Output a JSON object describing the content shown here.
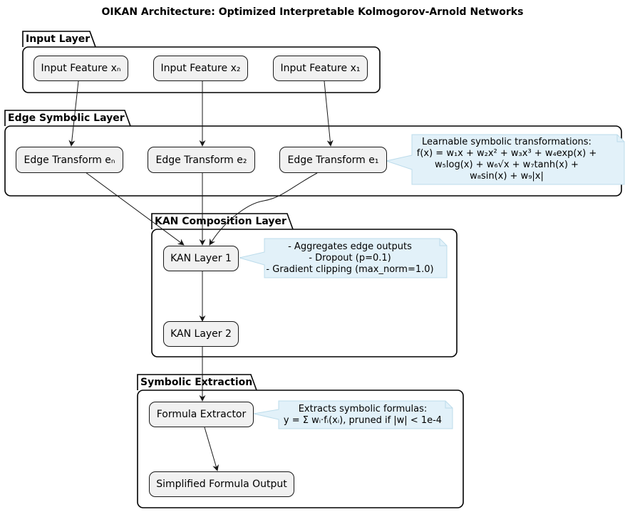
{
  "title": "OIKAN Architecture: Optimized Interpretable Kolmogorov-Arnold Networks",
  "packages": {
    "input": "Input Layer",
    "edge": "Edge Symbolic Layer",
    "kan": "KAN Composition Layer",
    "extract": "Symbolic Extraction"
  },
  "nodes": {
    "input_xn": "Input Feature xₙ",
    "input_x2": "Input Feature x₂",
    "input_x1": "Input Feature x₁",
    "edge_en": "Edge Transform eₙ",
    "edge_e2": "Edge Transform e₂",
    "edge_e1": "Edge Transform e₁",
    "kan1": "KAN Layer 1",
    "kan2": "KAN Layer 2",
    "extractor": "Formula Extractor",
    "output": "Simplified Formula Output"
  },
  "notes": {
    "edge": "Learnable symbolic transformations:\nf(x) = w₁x + w₂x² + w₃x³ + w₄exp(x) +\nw₅log(x) + w₆√x + w₇tanh(x) +\nw₈sin(x) + w₉|x|",
    "kan": "- Aggregates edge outputs\n- Dropout (p=0.1)\n- Gradient clipping (max_norm=1.0)",
    "extract": "Extracts symbolic formulas:\ny = Σ wᵢ·fᵢ(xᵢ), pruned if |w| < 1e-4"
  },
  "colors": {
    "node_fill": "#f1f1f1",
    "note_fill": "#e2f1f9",
    "note_border": "#bcdceb",
    "line": "#181818"
  }
}
